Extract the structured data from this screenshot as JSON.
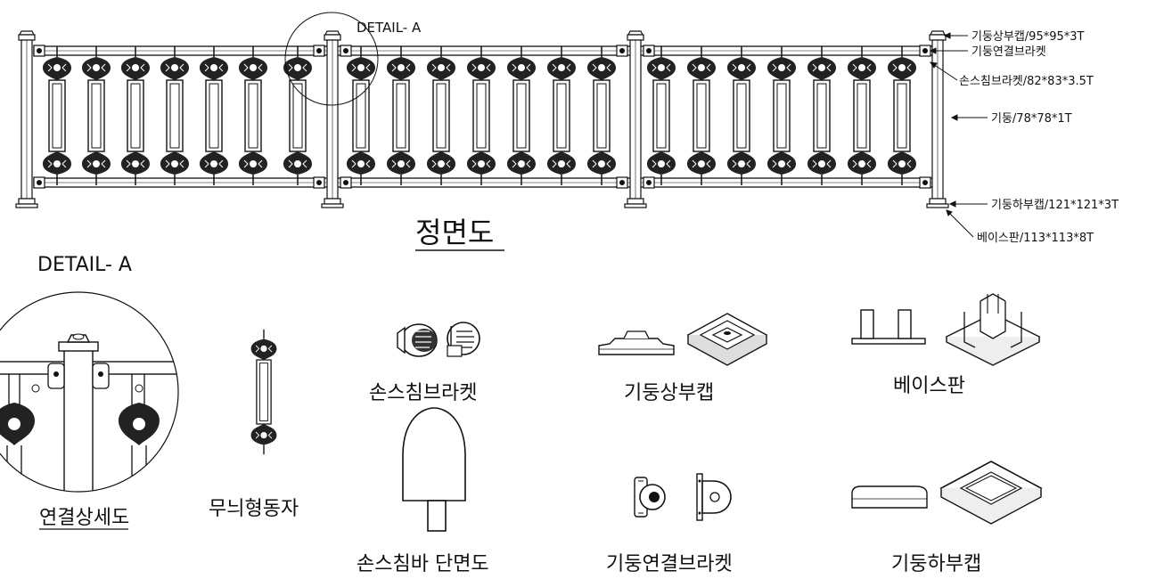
{
  "front": {
    "title": "정면도",
    "detail_ref": "DETAIL- A",
    "callouts": {
      "top_cap": "기둥상부캡/95*95*3T",
      "post_bracket": "기둥연결브라켓",
      "rail_bracket": "손스침브라켓/82*83*3.5T",
      "post": "기둥/78*78*1T",
      "bottom_cap": "기둥하부캡/121*121*3T",
      "base_plate": "베이스판/113*113*8T"
    }
  },
  "detail": {
    "title": "DETAIL- A",
    "caption": "연결상세도"
  },
  "parts": {
    "baluster": "무늬형동자",
    "rail_bracket": "손스침브라켓",
    "handrail_section": "손스침바 단면도",
    "top_cap": "기둥상부캡",
    "post_bracket": "기둥연결브라켓",
    "base_plate": "베이스판",
    "bottom_cap": "기둥하부캡"
  },
  "colors": {
    "line": "#111111",
    "background": "#ffffff"
  }
}
